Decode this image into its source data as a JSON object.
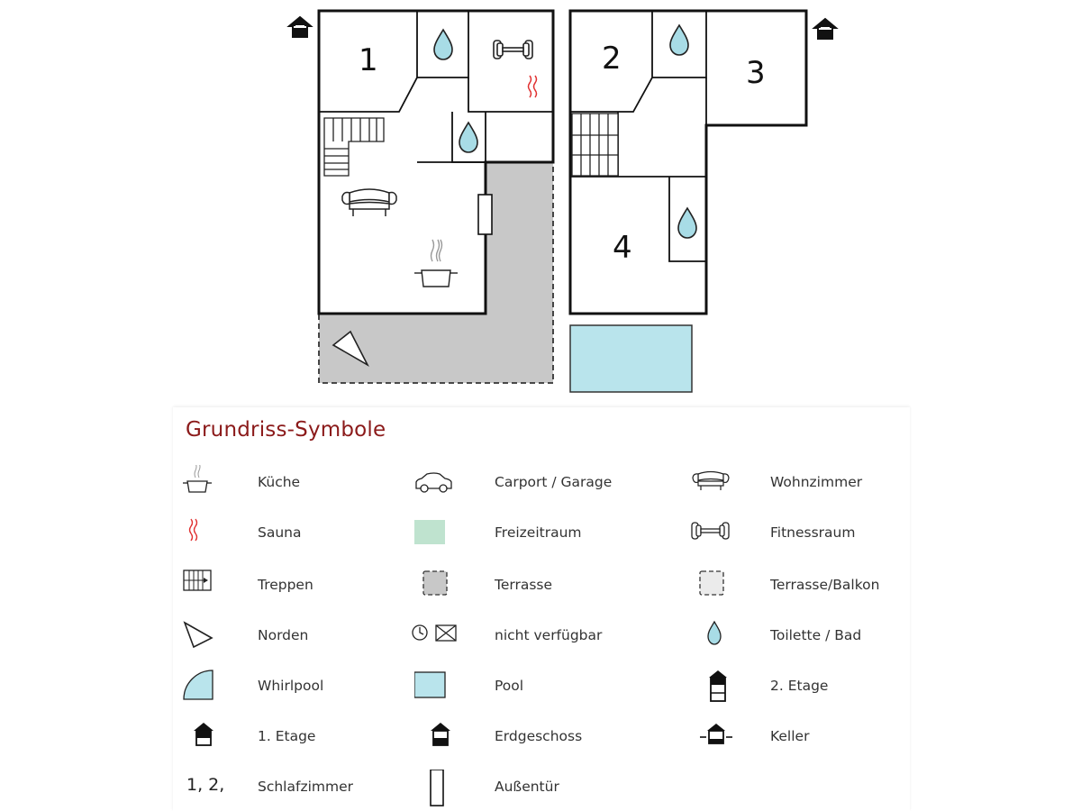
{
  "plan": {
    "rooms": [
      "1",
      "2",
      "3",
      "4"
    ]
  },
  "legend": {
    "title": "Grundriss-Symbole",
    "items": [
      {
        "label": "Küche",
        "icon": "kitchen-pot-icon"
      },
      {
        "label": "Carport / Garage",
        "icon": "car-icon"
      },
      {
        "label": "Wohnzimmer",
        "icon": "sofa-icon"
      },
      {
        "label": "Sauna",
        "icon": "sauna-heat-icon"
      },
      {
        "label": "Freizeitraum",
        "icon": "green-square-icon"
      },
      {
        "label": "Fitnessraum",
        "icon": "dumbbell-icon"
      },
      {
        "label": "Treppen",
        "icon": "stairs-icon"
      },
      {
        "label": "Terrasse",
        "icon": "terrace-dashed-gray-icon"
      },
      {
        "label": "Terrasse/Balkon",
        "icon": "terrace-balcony-dashed-icon"
      },
      {
        "label": "Norden",
        "icon": "north-arrow-icon"
      },
      {
        "label": "nicht verfügbar",
        "icon": "not-available-icon"
      },
      {
        "label": "Toilette / Bad",
        "icon": "water-drop-icon"
      },
      {
        "label": "Whirlpool",
        "icon": "whirlpool-icon"
      },
      {
        "label": "Pool",
        "icon": "pool-icon"
      },
      {
        "label": "2. Etage",
        "icon": "second-floor-icon"
      },
      {
        "label": "1. Etage",
        "icon": "first-floor-icon"
      },
      {
        "label": "Erdgeschoss",
        "icon": "ground-floor-icon"
      },
      {
        "label": "Keller",
        "icon": "basement-icon"
      },
      {
        "label": "Schlafzimmer",
        "icon": "bedroom-numbers-icon",
        "icon_text": "1, 2,"
      },
      {
        "label": "Außentür",
        "icon": "exterior-door-icon"
      }
    ]
  },
  "colors": {
    "title": "#8b1a1a",
    "water": "#a8dce6",
    "terrace": "#c8c8c8",
    "sauna": "#e03030",
    "pool": "#b9e4ec"
  }
}
